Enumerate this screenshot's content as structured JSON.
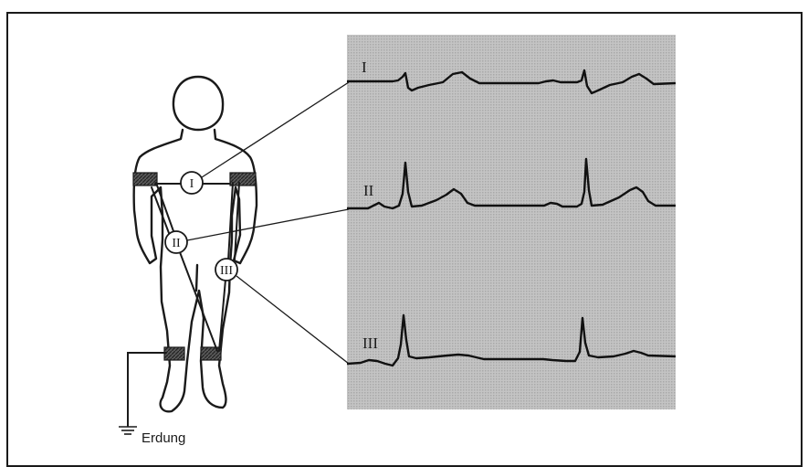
{
  "leads": [
    {
      "id": "I",
      "label": "I"
    },
    {
      "id": "II",
      "label": "II"
    },
    {
      "id": "III",
      "label": "III"
    }
  ],
  "ground": {
    "label": "Erdung"
  },
  "colors": {
    "ink": "#1a1a1a",
    "panel": "#b8b8b8",
    "band": "#3a3a3a",
    "paper": "#ffffff"
  }
}
